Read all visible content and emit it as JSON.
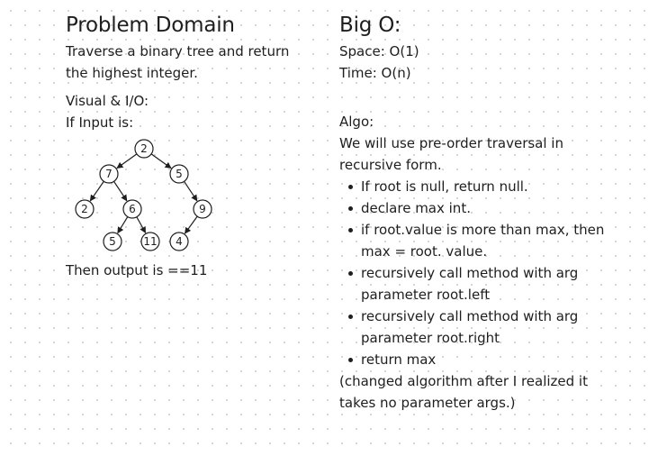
{
  "problem": {
    "title": "Problem Domain",
    "description": "Traverse a binary tree and return the highest integer.",
    "visual_label": "Visual & I/O:",
    "input_label": "If Input is:",
    "output_text": "Then output is ==11"
  },
  "tree": {
    "nodes": [
      {
        "id": "n-root",
        "value": "2"
      },
      {
        "id": "n-l",
        "value": "7"
      },
      {
        "id": "n-r",
        "value": "5"
      },
      {
        "id": "n-ll",
        "value": "2"
      },
      {
        "id": "n-lr",
        "value": "6"
      },
      {
        "id": "n-rr",
        "value": "9"
      },
      {
        "id": "n-lrl",
        "value": "5"
      },
      {
        "id": "n-lrr",
        "value": "11"
      },
      {
        "id": "n-rrl",
        "value": "4"
      }
    ],
    "edges": [
      [
        "n-root",
        "n-l"
      ],
      [
        "n-root",
        "n-r"
      ],
      [
        "n-l",
        "n-ll"
      ],
      [
        "n-l",
        "n-lr"
      ],
      [
        "n-r",
        "n-rr"
      ],
      [
        "n-lr",
        "n-lrl"
      ],
      [
        "n-lr",
        "n-lrr"
      ],
      [
        "n-rr",
        "n-rrl"
      ]
    ]
  },
  "bigo": {
    "title": "Big O:",
    "space": "Space:  O(1)",
    "time": "Time: O(n)"
  },
  "algo": {
    "label": "Algo:",
    "intro": "We will use pre-order traversal in recursive form.",
    "steps": [
      "If root is null, return null.",
      "declare max int.",
      "if root.value is more than max, then max = root. value.",
      "recursively call method with arg parameter root.left",
      "recursively call method with arg parameter root.right",
      "return max"
    ],
    "note": "(changed algorithm after I realized it takes no parameter args.)"
  }
}
